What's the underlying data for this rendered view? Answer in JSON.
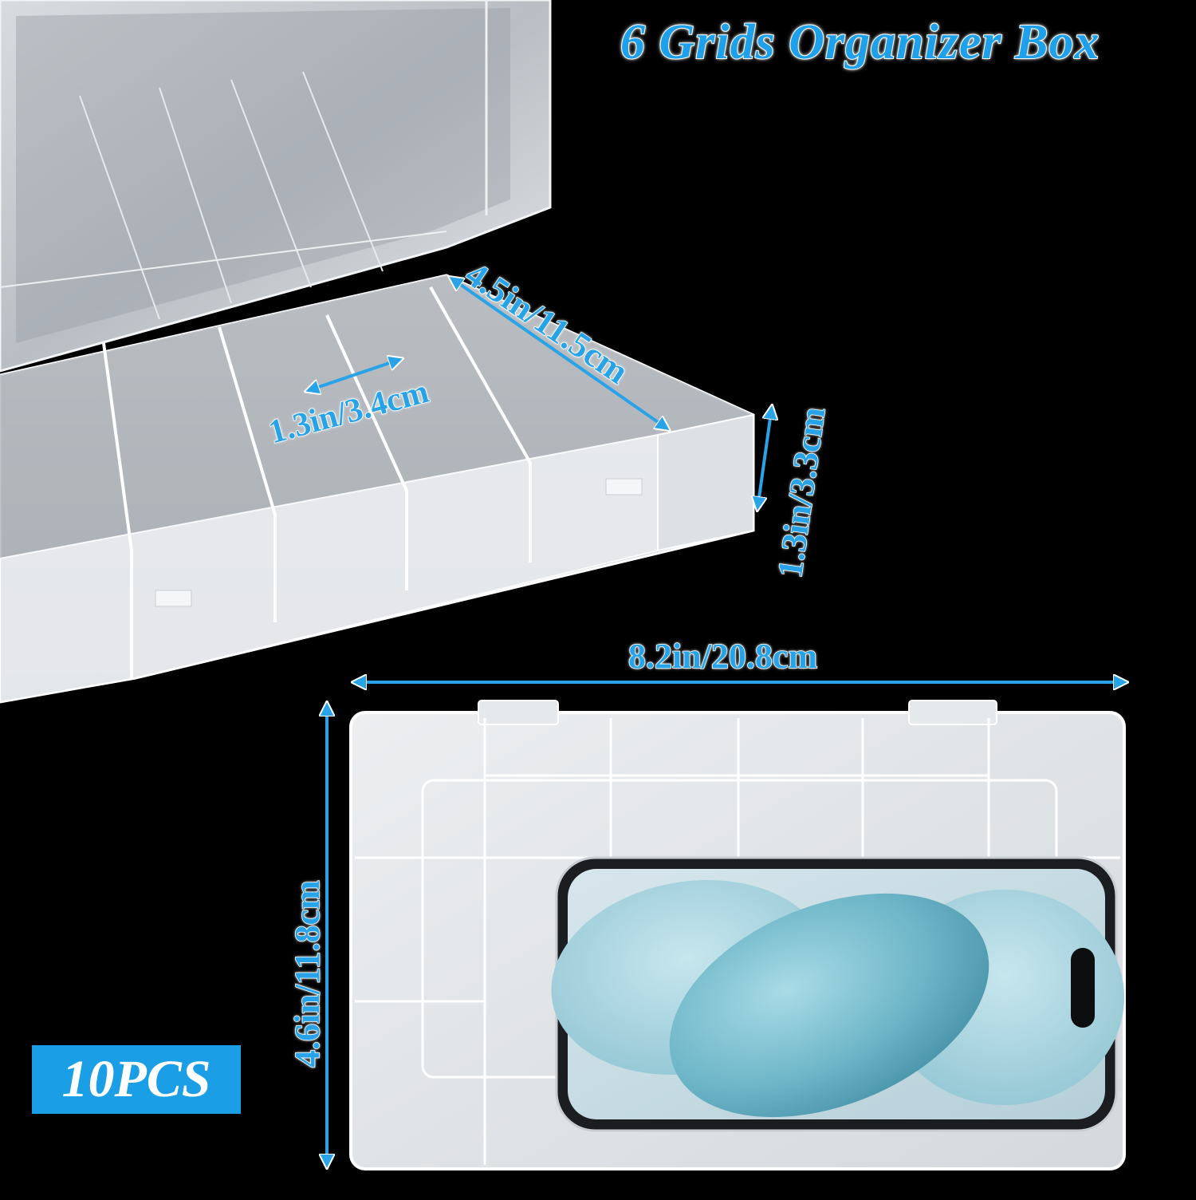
{
  "title": "6 Grids Organizer Box",
  "badge": "10PCS",
  "dimensions": {
    "box_depth": "4.5in/11.5cm",
    "grid_width": "1.3in/3.4cm",
    "height": "1.3in/3.3cm",
    "length": "8.2in/20.8cm",
    "width": "4.6in/11.8cm"
  },
  "colors": {
    "accent": "#1fa0ea",
    "background": "#000000"
  }
}
